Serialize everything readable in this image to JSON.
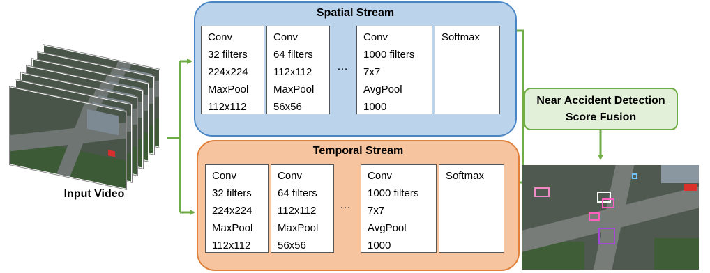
{
  "input": {
    "label": "Input Video"
  },
  "spatial": {
    "title": "Spatial Stream",
    "layers": [
      [
        "Conv",
        "32 filters",
        "224x224",
        "MaxPool",
        "112x112"
      ],
      [
        "Conv",
        "64 filters",
        "112x112",
        "MaxPool",
        "56x56"
      ],
      [
        "Conv",
        "1000 filters",
        "7x7",
        "AvgPool",
        "1000"
      ],
      [
        "Softmax"
      ]
    ],
    "ellipsis": "…"
  },
  "temporal": {
    "title": "Temporal Stream",
    "layers": [
      [
        "Conv",
        "32 filters",
        "224x224",
        "MaxPool",
        "112x112"
      ],
      [
        "Conv",
        "64 filters",
        "112x112",
        "MaxPool",
        "56x56"
      ],
      [
        "Conv",
        "1000 filters",
        "7x7",
        "AvgPool",
        "1000"
      ],
      [
        "Softmax"
      ]
    ],
    "ellipsis": "…"
  },
  "fusion": {
    "line1": "Near Accident Detection",
    "line2": "Score Fusion"
  },
  "colors": {
    "spatial_fill": "#bcd3ec",
    "spatial_border": "#4b86c4",
    "temporal_fill": "#f6c49e",
    "temporal_border": "#e0803a",
    "fusion_fill": "#e2efd9",
    "arrow": "#70ad47"
  }
}
